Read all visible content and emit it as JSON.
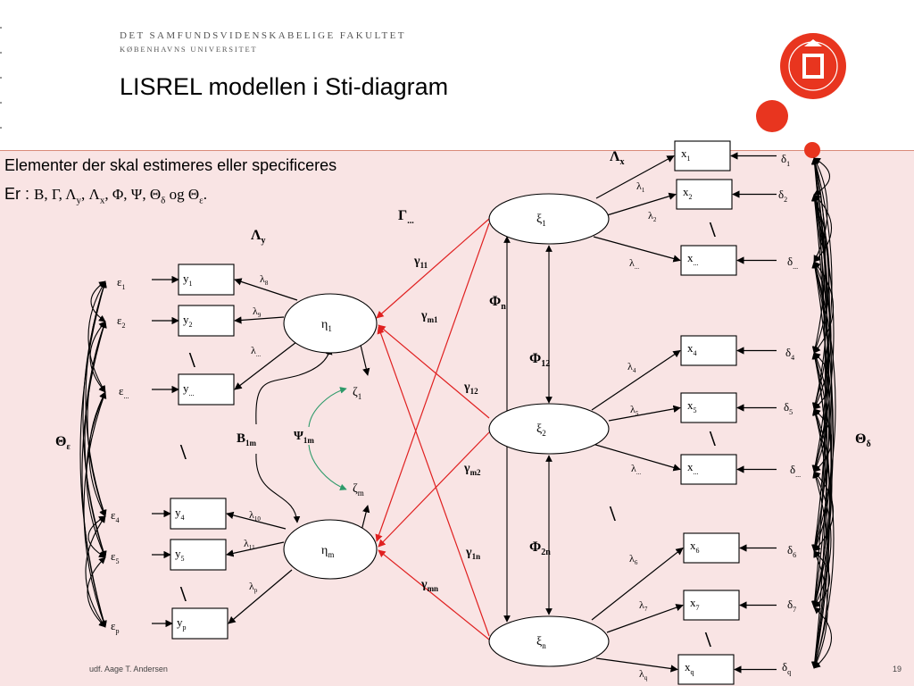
{
  "header": {
    "faculty_line1": "DET SAMFUNDSVIDENSKABELIGE FAKULTET",
    "faculty_line2": "KØBENHAVNS UNIVERSITET",
    "title": "LISREL modellen i Sti-diagram",
    "seal_name": "university-seal-icon"
  },
  "colors": {
    "accent_red": "#e8351f",
    "path_red": "#e02020",
    "path_green": "#2e9a6a",
    "background": "#f9e4e4"
  },
  "subtitle": {
    "line1": "Elementer der skal estimeres eller specificeres",
    "line2_prefix": "Er :",
    "line2_symbols": "Β, Γ, Λ"
  },
  "footer": {
    "author": "udf. Aage T. Andersen",
    "page": "19"
  },
  "diagram": {
    "y_boxes": [
      {
        "id": "y1",
        "label": "y",
        "sub": "1"
      },
      {
        "id": "y2",
        "label": "y",
        "sub": "2"
      },
      {
        "id": "ydots",
        "label": "y",
        "sub": "..."
      },
      {
        "id": "y4",
        "label": "y",
        "sub": "4"
      },
      {
        "id": "y5",
        "label": "y",
        "sub": "5"
      },
      {
        "id": "yp",
        "label": "y",
        "sub": "p"
      }
    ],
    "x_boxes": [
      {
        "id": "x1",
        "label": "x",
        "sub": "1"
      },
      {
        "id": "x2",
        "label": "x",
        "sub": "2"
      },
      {
        "id": "xdots1",
        "label": "x",
        "sub": "..."
      },
      {
        "id": "x4",
        "label": "x",
        "sub": "4"
      },
      {
        "id": "x5",
        "label": "x",
        "sub": "5"
      },
      {
        "id": "xdots2",
        "label": "x",
        "sub": "..."
      },
      {
        "id": "x6",
        "label": "x",
        "sub": "6"
      },
      {
        "id": "x7",
        "label": "x",
        "sub": "7"
      },
      {
        "id": "xq",
        "label": "x",
        "sub": "q"
      }
    ],
    "eta_nodes": [
      {
        "id": "eta1",
        "label": "η",
        "sub": "1"
      },
      {
        "id": "etam",
        "label": "η",
        "sub": "m"
      }
    ],
    "xi_nodes": [
      {
        "id": "xi1",
        "label": "ξ",
        "sub": "1"
      },
      {
        "id": "xi2",
        "label": "ξ",
        "sub": "2"
      },
      {
        "id": "xin",
        "label": "ξ",
        "sub": "n"
      }
    ],
    "epsilon_labels": [
      {
        "id": "e1",
        "label": "ε",
        "sub": "1"
      },
      {
        "id": "e2",
        "label": "ε",
        "sub": "2"
      },
      {
        "id": "edots",
        "label": "ε",
        "sub": "..."
      },
      {
        "id": "e4",
        "label": "ε",
        "sub": "4"
      },
      {
        "id": "e5",
        "label": "ε",
        "sub": "5"
      },
      {
        "id": "ep",
        "label": "ε",
        "sub": "p"
      }
    ],
    "delta_labels": [
      {
        "id": "d1",
        "label": "δ",
        "sub": "1"
      },
      {
        "id": "d2",
        "label": "δ",
        "sub": "2"
      },
      {
        "id": "ddots1",
        "label": "δ",
        "sub": "..."
      },
      {
        "id": "d4",
        "label": "δ",
        "sub": "4"
      },
      {
        "id": "d5",
        "label": "δ",
        "sub": "5"
      },
      {
        "id": "ddots2",
        "label": "δ",
        "sub": "..."
      },
      {
        "id": "d6",
        "label": "δ",
        "sub": "6"
      },
      {
        "id": "d7",
        "label": "δ",
        "sub": "7"
      },
      {
        "id": "dq",
        "label": "δ",
        "sub": "q"
      }
    ],
    "lambda_y_labels": [
      {
        "id": "l8",
        "label": "λ",
        "sub": "8"
      },
      {
        "id": "l9",
        "label": "λ",
        "sub": "9"
      },
      {
        "id": "ldots_y1",
        "label": "λ",
        "sub": "..."
      },
      {
        "id": "l10",
        "label": "λ",
        "sub": "10"
      },
      {
        "id": "l11",
        "label": "λ",
        "sub": "11"
      },
      {
        "id": "lp",
        "label": "λ",
        "sub": "p"
      }
    ],
    "lambda_x_labels": [
      {
        "id": "l1",
        "label": "λ",
        "sub": "1"
      },
      {
        "id": "l2",
        "label": "λ",
        "sub": "2"
      },
      {
        "id": "ldots_x1",
        "label": "λ",
        "sub": "..."
      },
      {
        "id": "l4",
        "label": "λ",
        "sub": "4"
      },
      {
        "id": "l5",
        "label": "λ",
        "sub": "5"
      },
      {
        "id": "ldots_x2",
        "label": "λ",
        "sub": "..."
      },
      {
        "id": "l6",
        "label": "λ",
        "sub": "6"
      },
      {
        "id": "l7",
        "label": "λ",
        "sub": "7"
      },
      {
        "id": "lq",
        "label": "λ",
        "sub": "q"
      }
    ],
    "gamma_labels": [
      {
        "id": "g11",
        "label": "γ",
        "sub": "11"
      },
      {
        "id": "gm1",
        "label": "γ",
        "sub": "m1"
      },
      {
        "id": "g12",
        "label": "γ",
        "sub": "12"
      },
      {
        "id": "gm2",
        "label": "γ",
        "sub": "m2"
      },
      {
        "id": "g1n",
        "label": "γ",
        "sub": "1n"
      },
      {
        "id": "gmn",
        "label": "γ",
        "sub": "mn"
      }
    ],
    "zeta_labels": [
      {
        "id": "z1",
        "label": "ζ",
        "sub": "1"
      },
      {
        "id": "zm",
        "label": "ζ",
        "sub": "m"
      }
    ],
    "matrix_labels": [
      {
        "id": "LambdaX",
        "label": "Λ",
        "sub": "x"
      },
      {
        "id": "LambdaY",
        "label": "Λ",
        "sub": "y"
      },
      {
        "id": "GammaM",
        "label": "Γ",
        "sub": "..."
      },
      {
        "id": "Phin",
        "label": "Φ",
        "sub": "n"
      },
      {
        "id": "Phi12",
        "label": "Φ",
        "sub": "12"
      },
      {
        "id": "Phi2n",
        "label": "Φ",
        "sub": "2n"
      },
      {
        "id": "B1m",
        "label": "Β",
        "sub": "1m"
      },
      {
        "id": "Psi1m",
        "label": "Ψ",
        "sub": "1m"
      },
      {
        "id": "ThetaE",
        "label": "Θ",
        "sub": "ε"
      },
      {
        "id": "ThetaD",
        "label": "Θ",
        "sub": "δ"
      }
    ],
    "ellipsis_mark": "\\"
  }
}
